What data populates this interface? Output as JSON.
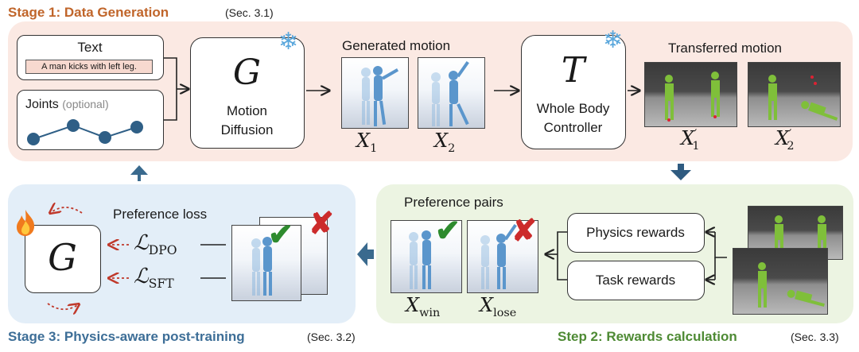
{
  "stage1": {
    "title": "Stage 1: Data Generation",
    "section": "(Sec. 3.1)",
    "title_color": "#c0652a"
  },
  "stage2": {
    "title": "Step 2: Rewards calculation",
    "section": "(Sec. 3.3)",
    "title_color": "#4e8a34"
  },
  "stage3": {
    "title": "Stage 3: Physics-aware post-training",
    "section": "(Sec. 3.2)",
    "title_color": "#3d6e97"
  },
  "text_input": {
    "label": "Text",
    "prompt": "A man kicks with left leg."
  },
  "joints_input": {
    "label": "Joints",
    "optional": "(optional)"
  },
  "generator": {
    "symbol": "G",
    "line1": "Motion",
    "line2": "Diffusion"
  },
  "generated_motion": {
    "title": "Generated motion",
    "x1_base": "X",
    "x1_sub": "1",
    "x2_base": "X",
    "x2_sub": "2"
  },
  "controller": {
    "symbol": "T",
    "line1": "Whole Body",
    "line2": "Controller"
  },
  "transferred_motion": {
    "title": "Transferred motion",
    "x1_base": "X",
    "x1_sub": "1",
    "x1_sup": "′",
    "x2_base": "X",
    "x2_sub": "2",
    "x2_sup": "′"
  },
  "rewards": {
    "physics": "Physics rewards",
    "task": "Task rewards"
  },
  "preference_pairs": {
    "title": "Preference pairs",
    "win_base": "X",
    "win_sub": "win",
    "lose_base": "X",
    "lose_sub": "lose"
  },
  "preference_loss": {
    "title": "Preference loss",
    "dpo_base": "ℒ",
    "dpo_sub": "DPO",
    "sft_base": "ℒ",
    "sft_sub": "SFT"
  },
  "post_training_model": {
    "symbol": "G"
  },
  "icons": {
    "frozen": "snowflake-icon",
    "trainable": "fire-icon",
    "accept": "check-icon",
    "reject": "cross-icon"
  },
  "colors": {
    "arrow_up": "#3a6a8e",
    "arrow_down": "#2f5b80",
    "dotted_arrow": "#c0392b",
    "joint_node": "#2f5f86"
  }
}
